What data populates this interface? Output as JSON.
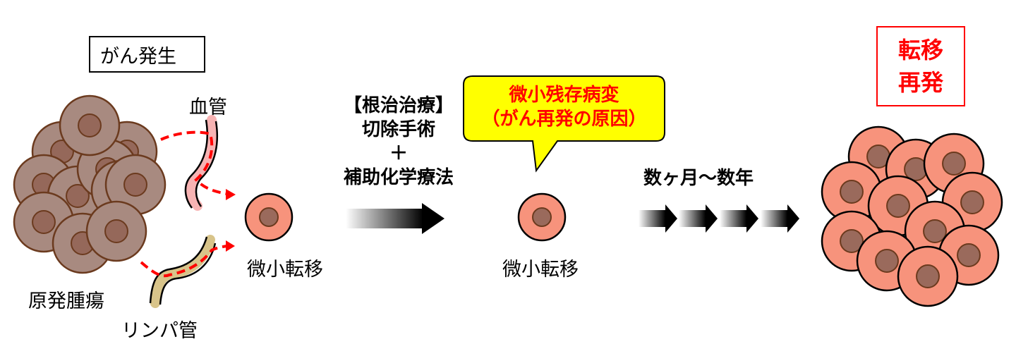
{
  "labels": {
    "cancer_onset": "がん発生",
    "blood_vessel": "血管",
    "primary_tumor": "原発腫瘍",
    "lymph_vessel": "リンパ管",
    "micrometastasis_1": "微小転移",
    "micrometastasis_2": "微小転移",
    "treatment_line1": "【根治治療】",
    "treatment_line2": "切除手術",
    "treatment_plus": "＋",
    "treatment_line3": "補助化学療法",
    "callout_line1": "微小残存病変",
    "callout_line2": "（がん再発の原因）",
    "time_span": "数ヶ月～数年",
    "recurrence_line1": "転移",
    "recurrence_line2": "再発"
  },
  "colors": {
    "primary_cell": "#a88a80",
    "primary_nucleus": "#95685a",
    "cell_outline_brown": "#6b3a1e",
    "metastatic_cell": "#f7937c",
    "nucleus": "#9a6a5c",
    "accent_red": "#ff0000",
    "callout_fill": "#ffff00",
    "lymph": "#d8c48a",
    "vessel": "#f5a0a0"
  }
}
